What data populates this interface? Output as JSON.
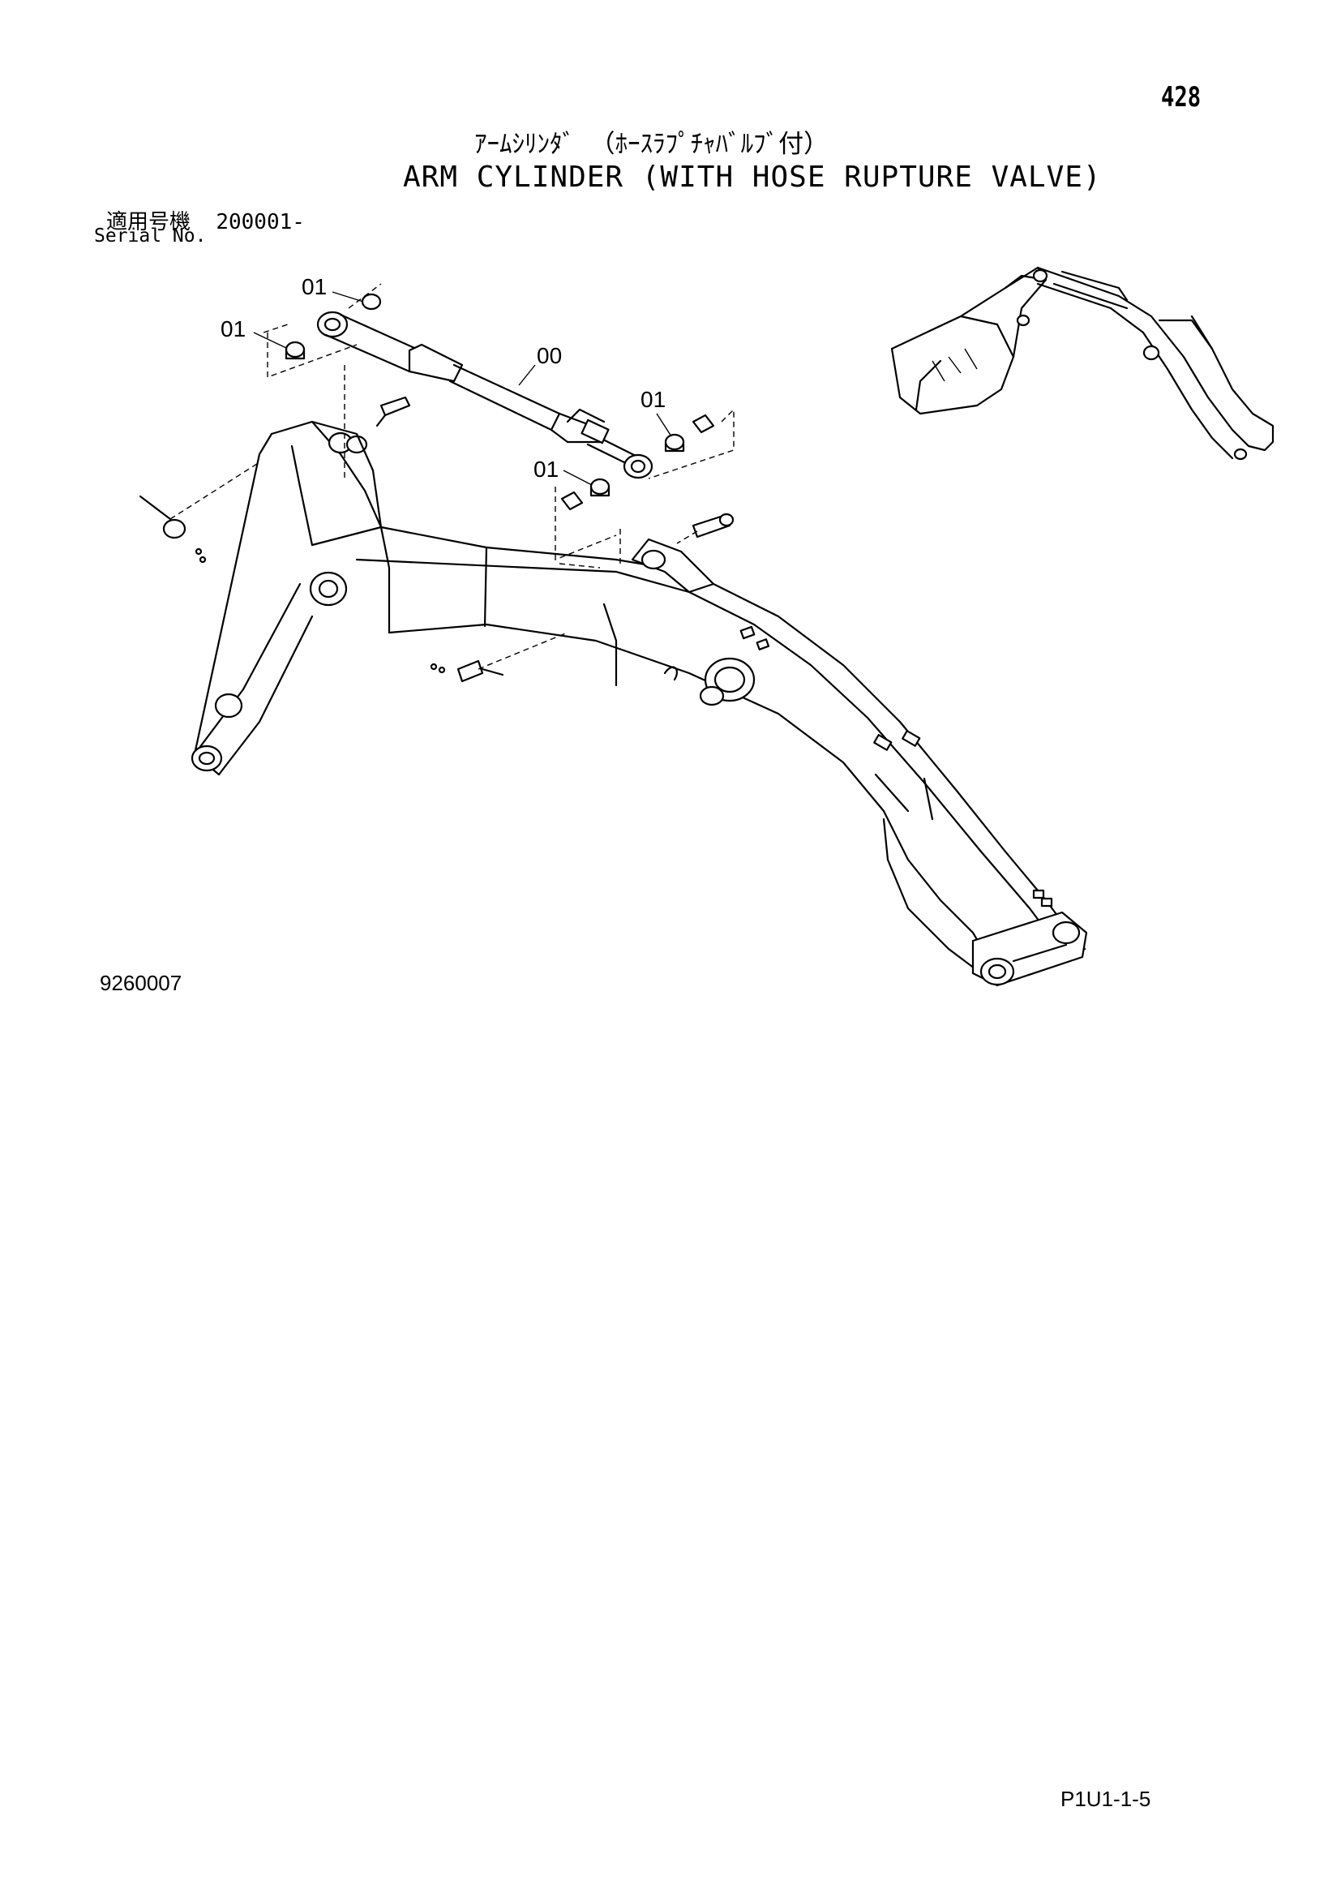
{
  "page": {
    "number": "428",
    "title_jp": "ｱｰﾑｼﾘﾝﾀﾞ （ﾎｰｽﾗﾌﾟﾁｬﾊﾞﾙﾌﾞ付）",
    "title_en": "ARM CYLINDER (WITH HOSE RUPTURE VALVE)",
    "serial_label_jp": "適用号機",
    "serial_value": "200001-",
    "serial_label_en": "Serial No.",
    "figure_id": "9260007",
    "page_code": "P1U1-1-5"
  },
  "callouts": [
    {
      "label": "01"
    },
    {
      "label": "01"
    },
    {
      "label": "00"
    },
    {
      "label": "01"
    },
    {
      "label": "01"
    }
  ]
}
